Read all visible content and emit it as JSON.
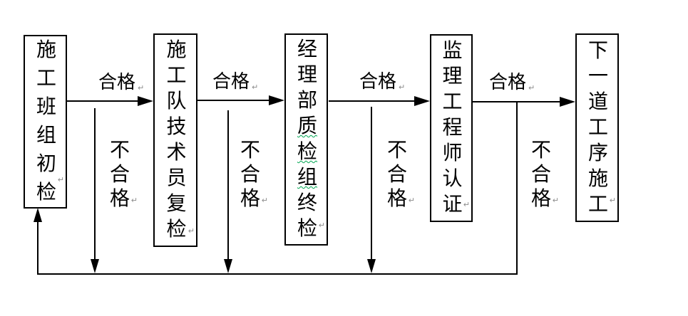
{
  "diagram": {
    "boxes": [
      {
        "name": "initial-inspection",
        "text": "施工班组初检"
      },
      {
        "name": "team-technician-recheck",
        "text": "施工队技术员复检"
      },
      {
        "name": "quality-group-final-inspection",
        "pre": "经理部",
        "squiggle": "质检组",
        "post": "终检"
      },
      {
        "name": "supervising-engineer-certification",
        "text": "监理工程师认证"
      },
      {
        "name": "next-process-construction",
        "text": "下一道工序施工"
      }
    ],
    "pass_labels": [
      "合格",
      "合格",
      "合格",
      "合格"
    ],
    "fail_labels": [
      "不合格",
      "不合格",
      "不合格",
      "不合格"
    ],
    "line_break_mark": "↵",
    "colors": {
      "line": "#000000",
      "text": "#000000",
      "squiggle_underline": "#00a651",
      "break_mark": "#8c8c8c",
      "background": "#ffffff"
    }
  }
}
